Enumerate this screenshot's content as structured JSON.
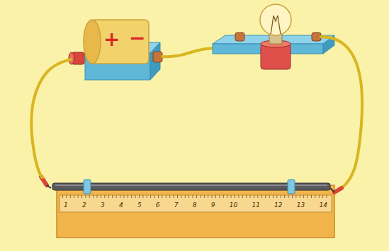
{
  "diagram": {
    "nodes": [
      {
        "text": [
          "+",
          "−"
        ]
      },
      {
        "text": [
          "1",
          "2",
          "3",
          "4",
          "5",
          "6",
          "7",
          "8",
          "9",
          "10",
          "11",
          "12",
          "13",
          "14"
        ]
      }
    ],
    "edges": [
      {
        "from": 0,
        "to": 1,
        "arrow": "none"
      }
    ]
  }
}
